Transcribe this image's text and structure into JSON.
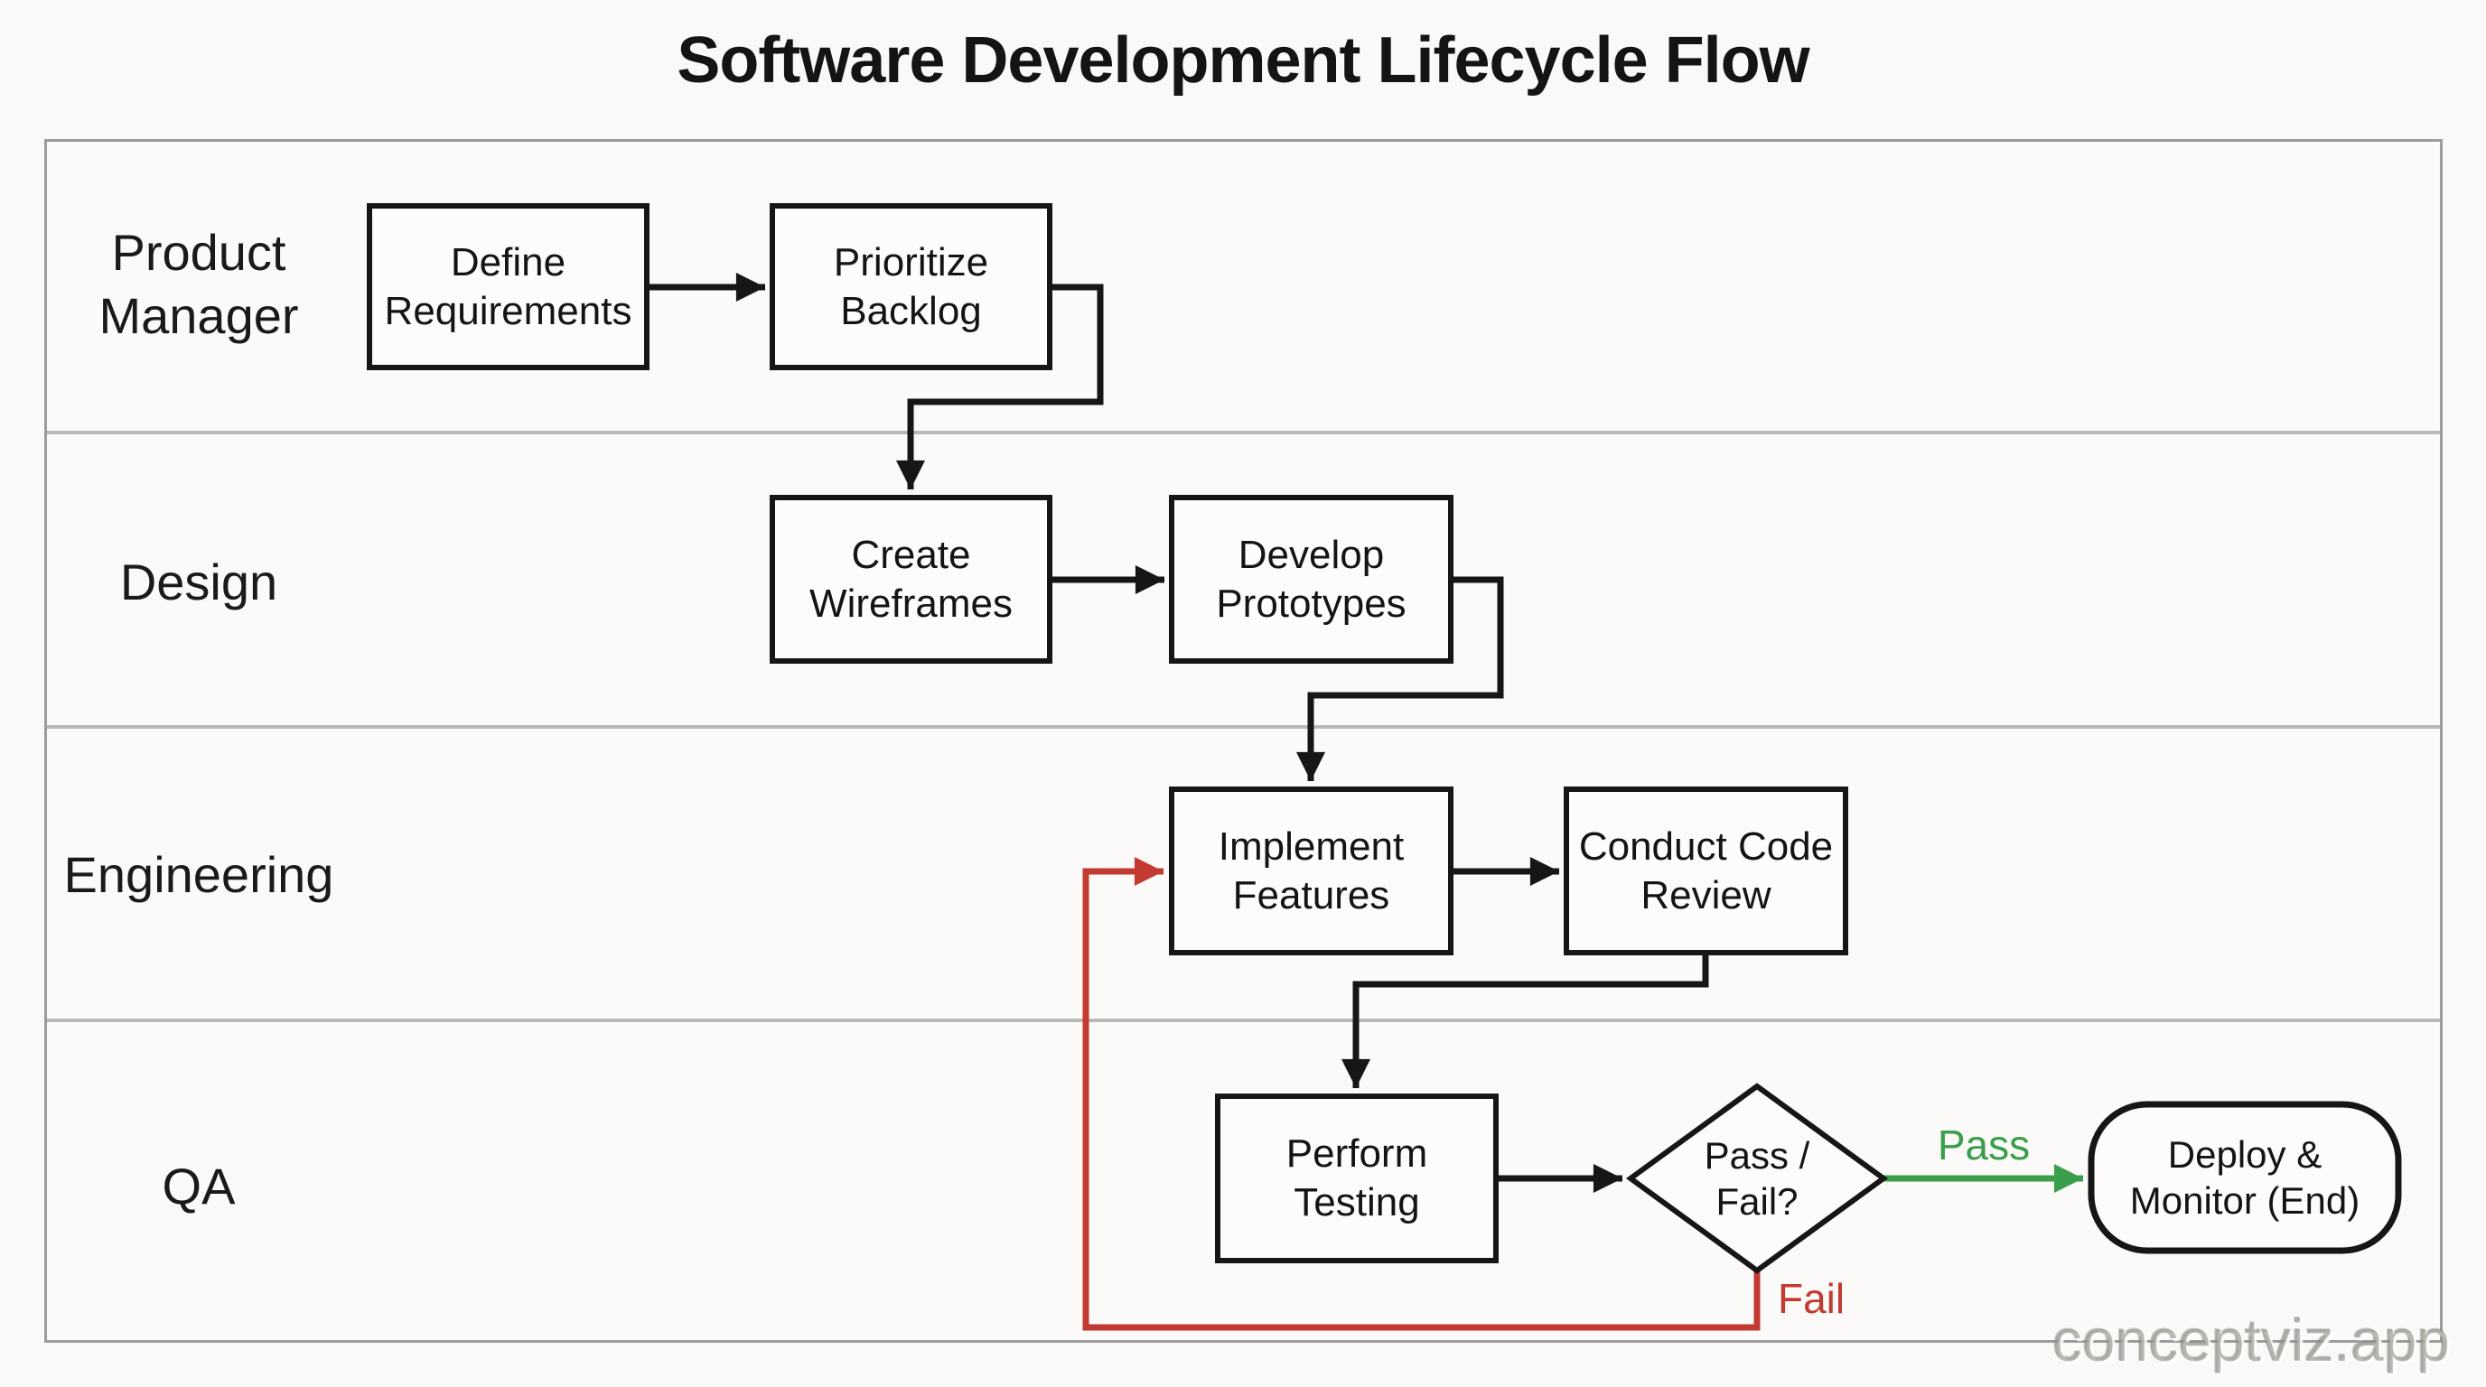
{
  "title": "Software Development Lifecycle Flow",
  "watermark": "conceptviz.app",
  "lanes": {
    "product_manager": "Product Manager",
    "design": "Design",
    "engineering": "Engineering",
    "qa": "QA"
  },
  "nodes": {
    "define_requirements": {
      "line1": "Define",
      "line2": "Requirements"
    },
    "prioritize_backlog": {
      "line1": "Prioritize",
      "line2": "Backlog"
    },
    "create_wireframes": {
      "line1": "Create",
      "line2": "Wireframes"
    },
    "develop_prototypes": {
      "line1": "Develop",
      "line2": "Prototypes"
    },
    "implement_features": {
      "line1": "Implement",
      "line2": "Features"
    },
    "conduct_code_review": {
      "line1": "Conduct Code",
      "line2": "Review"
    },
    "perform_testing": {
      "line1": "Perform",
      "line2": "Testing"
    },
    "pass_fail_decision": {
      "line1": "Pass /",
      "line2": "Fail?"
    },
    "deploy_monitor_end": {
      "line1": "Deploy &",
      "line2": "Monitor (End)"
    }
  },
  "edge_labels": {
    "pass": "Pass",
    "fail": "Fail"
  },
  "colors": {
    "line_black": "#161616",
    "pass_green": "#3a9e4c",
    "fail_red": "#c23a31",
    "lane_border_gray": "#b9b9b9",
    "background": "#faf9f7"
  }
}
